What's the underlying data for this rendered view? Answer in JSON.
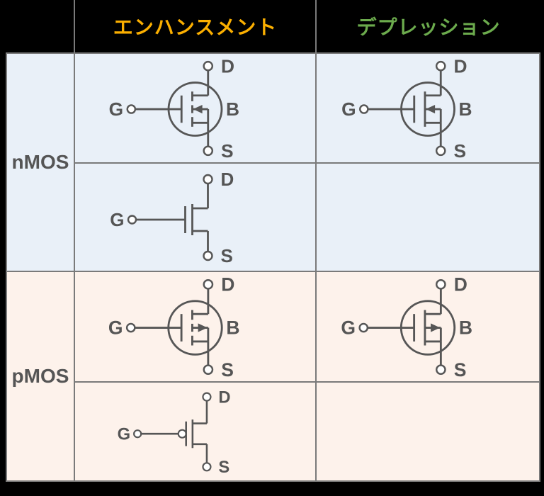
{
  "page": {
    "background": "#000000"
  },
  "table": {
    "border_color": "#7A7A7A",
    "header": {
      "enhancement": {
        "label": "エンハンスメント",
        "color": "#FBAF00"
      },
      "depletion": {
        "label": "デプレッション",
        "color": "#6CAB4D"
      }
    },
    "rows": {
      "nmos": {
        "label": "nMOS",
        "bg": "#E9F0F8"
      },
      "pmos": {
        "label": "pMOS",
        "bg": "#FDF2EB"
      }
    },
    "terminals": {
      "gate": "G",
      "drain": "D",
      "source": "S",
      "bulk": "B"
    },
    "symbols": {
      "stroke_color": "#565656",
      "nmos_enhancement_full": "4-terminal MOSFET in circle, broken enhancement channel, bulk arrow pointing toward gate (n-channel), terminals G D S B",
      "nmos_depletion_full": "4-terminal MOSFET in circle, solid depletion channel, bulk arrow pointing toward gate (n-channel), terminals G D S B",
      "nmos_simplified": "3-terminal simplified MOSFET, plain gate (n-channel), terminals G D S",
      "pmos_enhancement_full": "4-terminal MOSFET in circle, broken enhancement channel, bulk arrow pointing away from gate (p-channel), terminals G D S B",
      "pmos_depletion_full": "4-terminal MOSFET in circle, solid depletion channel, bulk arrow pointing away from gate (p-channel), terminals G D S B",
      "pmos_simplified": "3-terminal simplified MOSFET, bubble on gate (p-channel), terminals G D S"
    }
  }
}
